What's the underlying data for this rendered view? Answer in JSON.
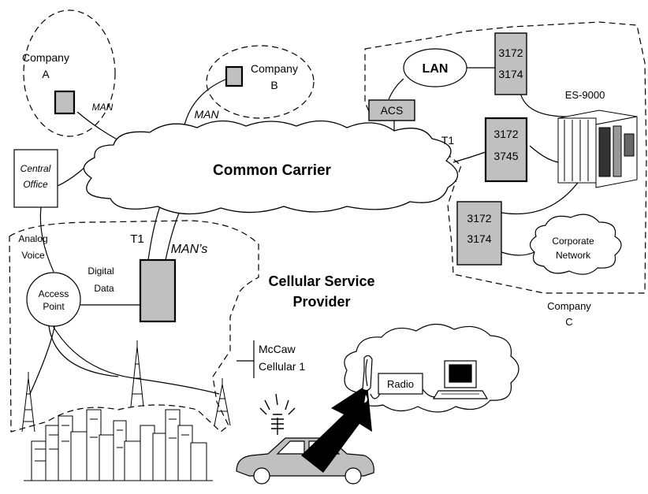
{
  "labels": {
    "company_a_line1": "Company",
    "company_a_line2": "A",
    "company_b_line1": "Company",
    "company_b_line2": "B",
    "man_a": "MAN",
    "man_b": "MAN",
    "lan": "LAN",
    "box_top_1": "3172",
    "box_top_2": "3174",
    "acs": "ACS",
    "es9000": "ES-9000",
    "t1_right": "T1",
    "box_mid_1": "3172",
    "box_mid_2": "3745",
    "central_office_1": "Central",
    "central_office_2": "Office",
    "common_carrier": "Common Carrier",
    "box_low_1": "3172",
    "box_low_2": "3174",
    "corporate_1": "Corporate",
    "corporate_2": "Network",
    "analog_1": "Analog",
    "analog_2": "Voice",
    "t1_left": "T1",
    "mans": "MAN’s",
    "digital_1": "Digital",
    "digital_2": "Data",
    "access_1": "Access",
    "access_2": "Point",
    "cellular_1": "Cellular Service",
    "cellular_2": "Provider",
    "company_c_1": "Company",
    "company_c_2": "C",
    "mccaw_1": "McCaw",
    "mccaw_2": "Cellular 1",
    "radio": "Radio"
  }
}
